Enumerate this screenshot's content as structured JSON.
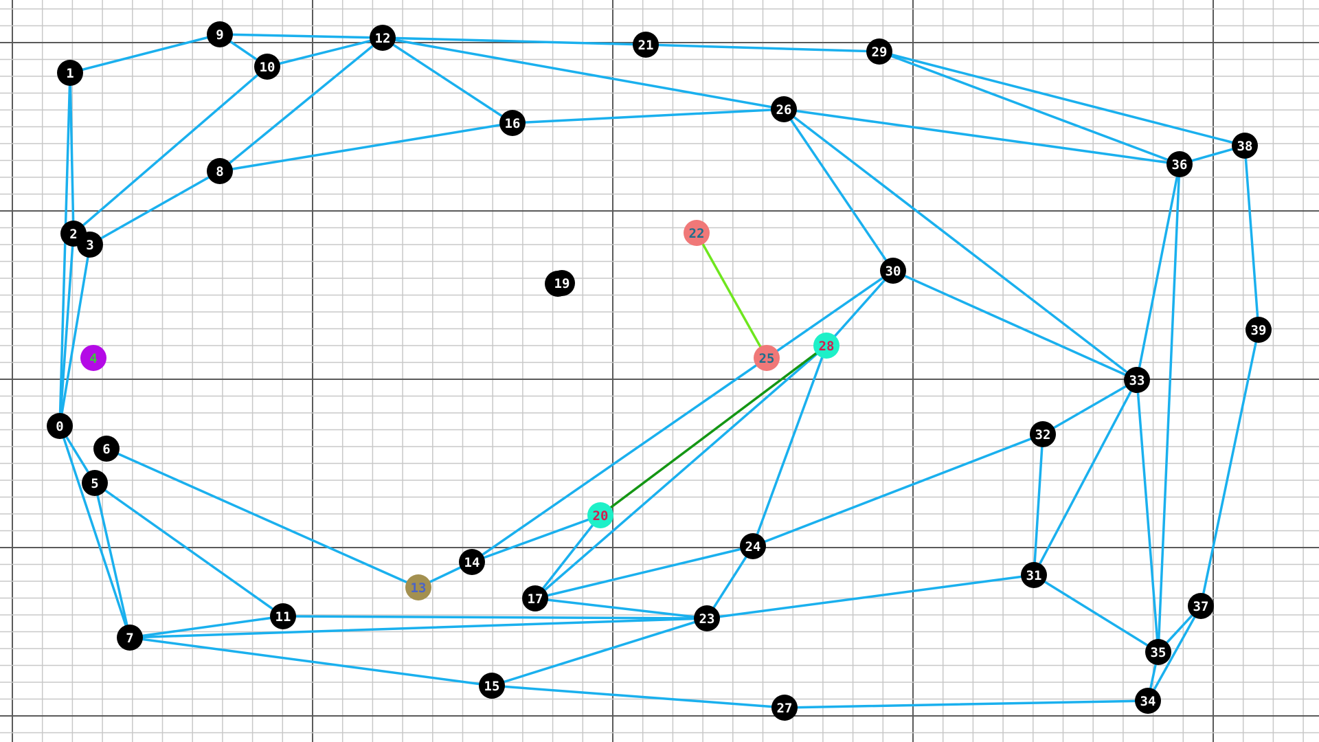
{
  "graph": {
    "colors": {
      "background": "#ffffff",
      "grid_minor": "#c8c8c8",
      "grid_major": "#5a5a5a",
      "edge_default": "#1ab0ee",
      "node_default_fill": "#000000",
      "node_default_label": "#ffffff"
    },
    "nodes": [
      {
        "id": "0",
        "label": "0"
      },
      {
        "id": "1",
        "label": "1"
      },
      {
        "id": "2",
        "label": "2"
      },
      {
        "id": "3",
        "label": "3"
      },
      {
        "id": "4",
        "label": "4",
        "fill": "#b40ae6",
        "text": "#3cc83c"
      },
      {
        "id": "5",
        "label": "5"
      },
      {
        "id": "6",
        "label": "6"
      },
      {
        "id": "7",
        "label": "7"
      },
      {
        "id": "8",
        "label": "8"
      },
      {
        "id": "9",
        "label": "9"
      },
      {
        "id": "10",
        "label": "10"
      },
      {
        "id": "11",
        "label": "11"
      },
      {
        "id": "12",
        "label": "12"
      },
      {
        "id": "13",
        "label": "13",
        "fill": "#a39050",
        "text": "#4a64c8"
      },
      {
        "id": "14",
        "label": "14"
      },
      {
        "id": "15",
        "label": "15"
      },
      {
        "id": "16",
        "label": "16"
      },
      {
        "id": "17",
        "label": "17"
      },
      {
        "id": "18",
        "label": "18"
      },
      {
        "id": "19",
        "label": "19"
      },
      {
        "id": "20",
        "label": "20",
        "fill": "#1ef0c8",
        "text": "#d21e50"
      },
      {
        "id": "21",
        "label": "21"
      },
      {
        "id": "22",
        "label": "22",
        "fill": "#f07878",
        "text": "#1e6e8c"
      },
      {
        "id": "23",
        "label": "23"
      },
      {
        "id": "24",
        "label": "24"
      },
      {
        "id": "25",
        "label": "25",
        "fill": "#f07878",
        "text": "#1e6e8c"
      },
      {
        "id": "26",
        "label": "26"
      },
      {
        "id": "27",
        "label": "27"
      },
      {
        "id": "28",
        "label": "28",
        "fill": "#1ef0c8",
        "text": "#d21e50"
      },
      {
        "id": "29",
        "label": "29"
      },
      {
        "id": "30",
        "label": "30"
      },
      {
        "id": "31",
        "label": "31"
      },
      {
        "id": "32",
        "label": "32"
      },
      {
        "id": "33",
        "label": "33"
      },
      {
        "id": "34",
        "label": "34"
      },
      {
        "id": "35",
        "label": "35"
      },
      {
        "id": "36",
        "label": "36"
      },
      {
        "id": "37",
        "label": "37"
      },
      {
        "id": "38",
        "label": "38"
      },
      {
        "id": "39",
        "label": "39"
      }
    ],
    "edges": [
      [
        "1",
        "9"
      ],
      [
        "9",
        "10"
      ],
      [
        "9",
        "12"
      ],
      [
        "10",
        "12"
      ],
      [
        "12",
        "21"
      ],
      [
        "21",
        "29"
      ],
      [
        "12",
        "16"
      ],
      [
        "12",
        "26"
      ],
      [
        "12",
        "8"
      ],
      [
        "10",
        "2"
      ],
      [
        "1",
        "2"
      ],
      [
        "1",
        "0"
      ],
      [
        "8",
        "3"
      ],
      [
        "8",
        "16"
      ],
      [
        "16",
        "26"
      ],
      [
        "2",
        "0"
      ],
      [
        "3",
        "0"
      ],
      [
        "26",
        "30"
      ],
      [
        "26",
        "33"
      ],
      [
        "26",
        "36"
      ],
      [
        "29",
        "36"
      ],
      [
        "29",
        "38"
      ],
      [
        "38",
        "36"
      ],
      [
        "38",
        "39"
      ],
      [
        "36",
        "33"
      ],
      [
        "36",
        "35"
      ],
      [
        "39",
        "37"
      ],
      [
        "30",
        "33"
      ],
      [
        "30",
        "28"
      ],
      [
        "30",
        "14"
      ],
      [
        "28",
        "17"
      ],
      [
        "28",
        "24"
      ],
      [
        "33",
        "32"
      ],
      [
        "33",
        "31"
      ],
      [
        "33",
        "35"
      ],
      [
        "32",
        "24"
      ],
      [
        "32",
        "31"
      ],
      [
        "31",
        "23"
      ],
      [
        "31",
        "35"
      ],
      [
        "35",
        "34"
      ],
      [
        "37",
        "34"
      ],
      [
        "37",
        "35"
      ],
      [
        "34",
        "27"
      ],
      [
        "27",
        "15"
      ],
      [
        "15",
        "7"
      ],
      [
        "15",
        "23"
      ],
      [
        "24",
        "23"
      ],
      [
        "24",
        "17"
      ],
      [
        "17",
        "20"
      ],
      [
        "17",
        "23"
      ],
      [
        "23",
        "11"
      ],
      [
        "23",
        "7"
      ],
      [
        "20",
        "14"
      ],
      [
        "14",
        "13"
      ],
      [
        "13",
        "6"
      ],
      [
        "11",
        "5"
      ],
      [
        "11",
        "7"
      ],
      [
        "5",
        "7"
      ],
      [
        "0",
        "5"
      ],
      [
        "0",
        "7"
      ]
    ],
    "highlight_edges": [
      {
        "from": "22",
        "to": "25",
        "color": "#6ee61e"
      },
      {
        "from": "20",
        "to": "28",
        "color": "#149614"
      }
    ]
  }
}
